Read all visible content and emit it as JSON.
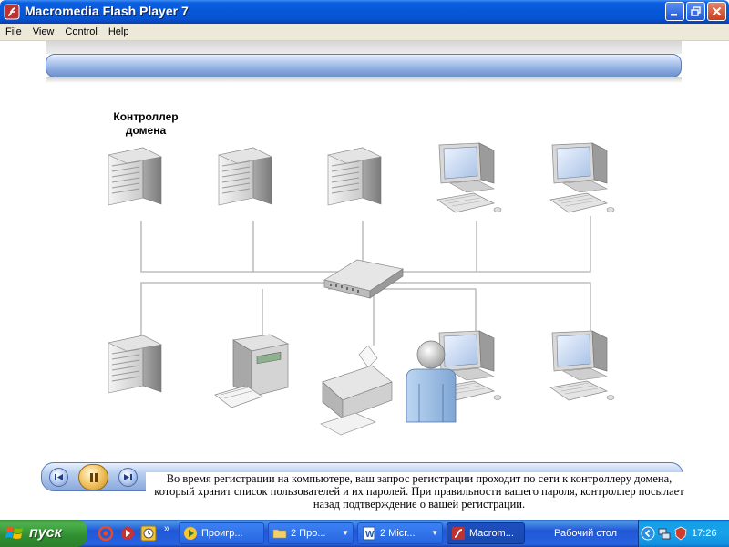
{
  "window": {
    "title": "Macromedia Flash Player 7",
    "controls": [
      "minimize-icon",
      "restore-icon",
      "close-icon"
    ]
  },
  "menu": {
    "items": [
      "File",
      "View",
      "Control",
      "Help"
    ]
  },
  "diagram": {
    "domain_controller_label": "Контроллер домена",
    "nodes": [
      "server",
      "server",
      "server",
      "workstation",
      "workstation",
      "network-switch",
      "server",
      "fax-machine",
      "printer",
      "user",
      "workstation",
      "workstation"
    ]
  },
  "player": {
    "caption": "Во время регистрации на компьютере, ваш запрос регистрации проходит по сети к контроллеру домена, который хранит список пользователей и их паролей. При правильности вашего пароля, контроллер посылает назад подтверждение о вашей регистрации.",
    "buttons": [
      "rewind-icon",
      "pause-icon",
      "forward-icon"
    ]
  },
  "taskbar": {
    "start_label": "пуск",
    "overflow": "»",
    "tasks": [
      {
        "label": "Проигр...",
        "icon": "media-player-icon",
        "active": false,
        "group": false
      },
      {
        "label": "2 Про...",
        "icon": "folder-icon",
        "active": false,
        "group": true
      },
      {
        "label": "2 Micr...",
        "icon": "word-icon",
        "active": false,
        "group": true
      },
      {
        "label": "Macrom...",
        "icon": "flash-icon",
        "active": true,
        "group": false
      }
    ],
    "desktop_label": "Рабочий стол",
    "clock": "17:26"
  },
  "colors": {
    "titlebar": "#0658d8",
    "banner": "#b9cff0",
    "start_button": "#3c9a3c",
    "tray": "#18a2e9"
  }
}
